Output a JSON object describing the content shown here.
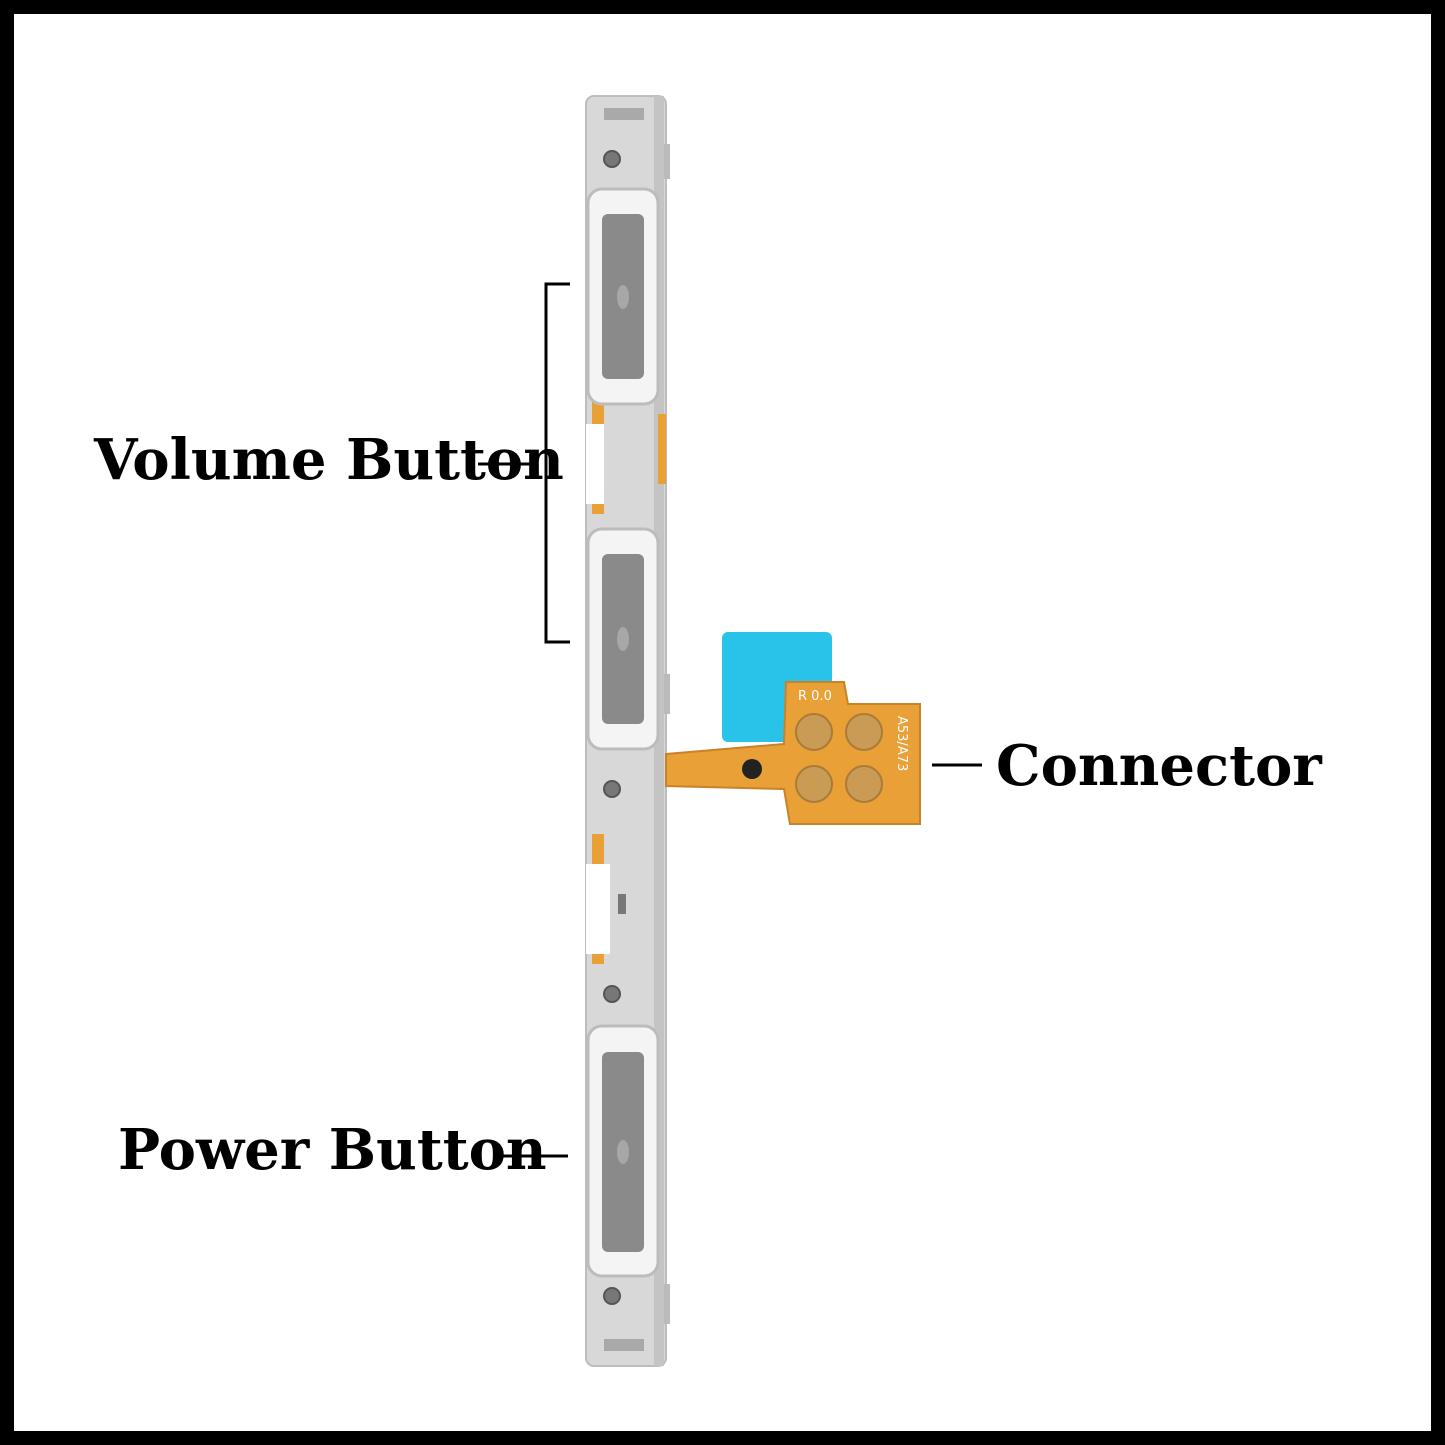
{
  "labels": {
    "volume_button": "Volume Button",
    "power_button": "Power Button",
    "connector": "Connector"
  },
  "pcb_markings": {
    "revision": "R 0.0",
    "model": "A53/A73"
  },
  "colors": {
    "frame": "#000000",
    "bracket": "#d6d6d6",
    "key_pad": "#8a8a8a",
    "flex_cable": "#e9a037",
    "stiffener": "#29c3ea",
    "contact": "#c99b55"
  }
}
